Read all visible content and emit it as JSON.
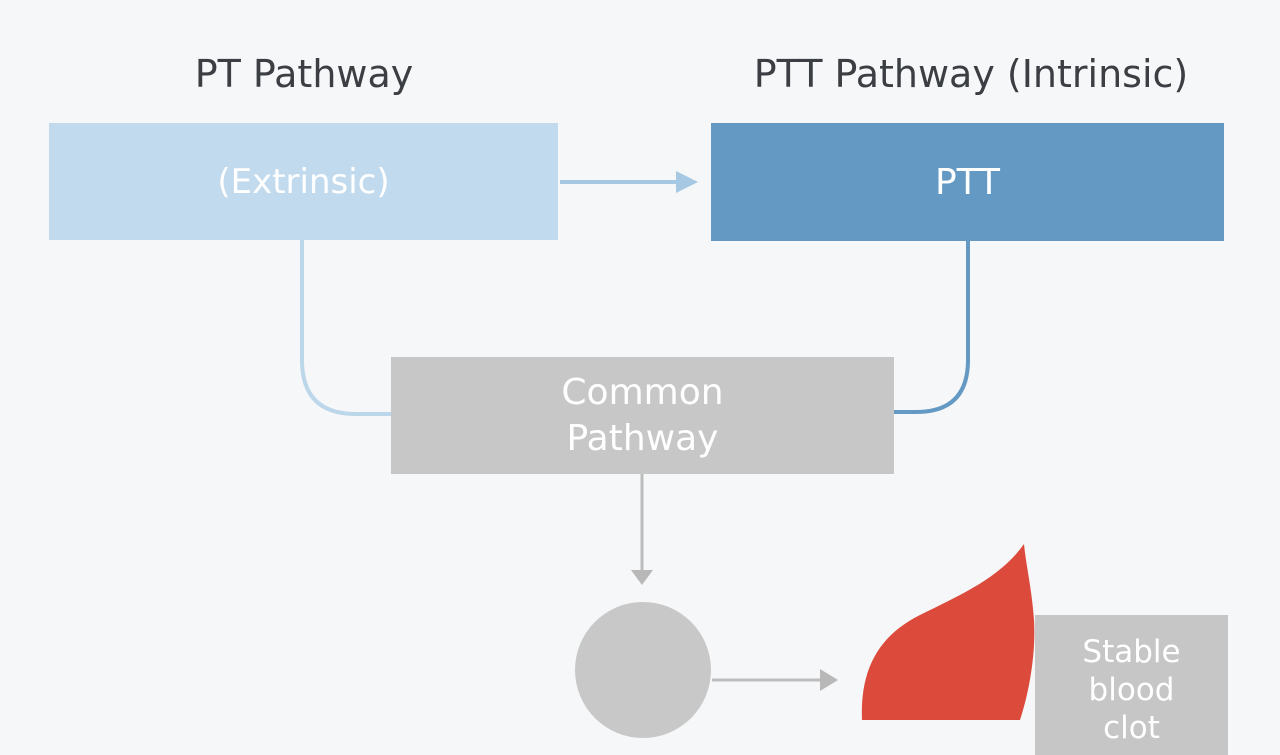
{
  "headings": {
    "pt_pathway": "PT Pathway",
    "ptt_pathway": "PTT Pathway (Intrinsic)"
  },
  "boxes": {
    "extrinsic": "(Extrinsic)",
    "ptt": "PTT",
    "common_line1": "Common",
    "common_line2": "Pathway",
    "stable_line1": "Stable",
    "stable_line2": "blood",
    "stable_line3": "clot"
  },
  "colors": {
    "background": "#f6f7f8",
    "extrinsic_box": "#c2daed",
    "ptt_box": "#6399c3",
    "common_box": "#c7c7c7",
    "clot": "#dc4a3c",
    "gray_node": "#c8c8c8"
  }
}
